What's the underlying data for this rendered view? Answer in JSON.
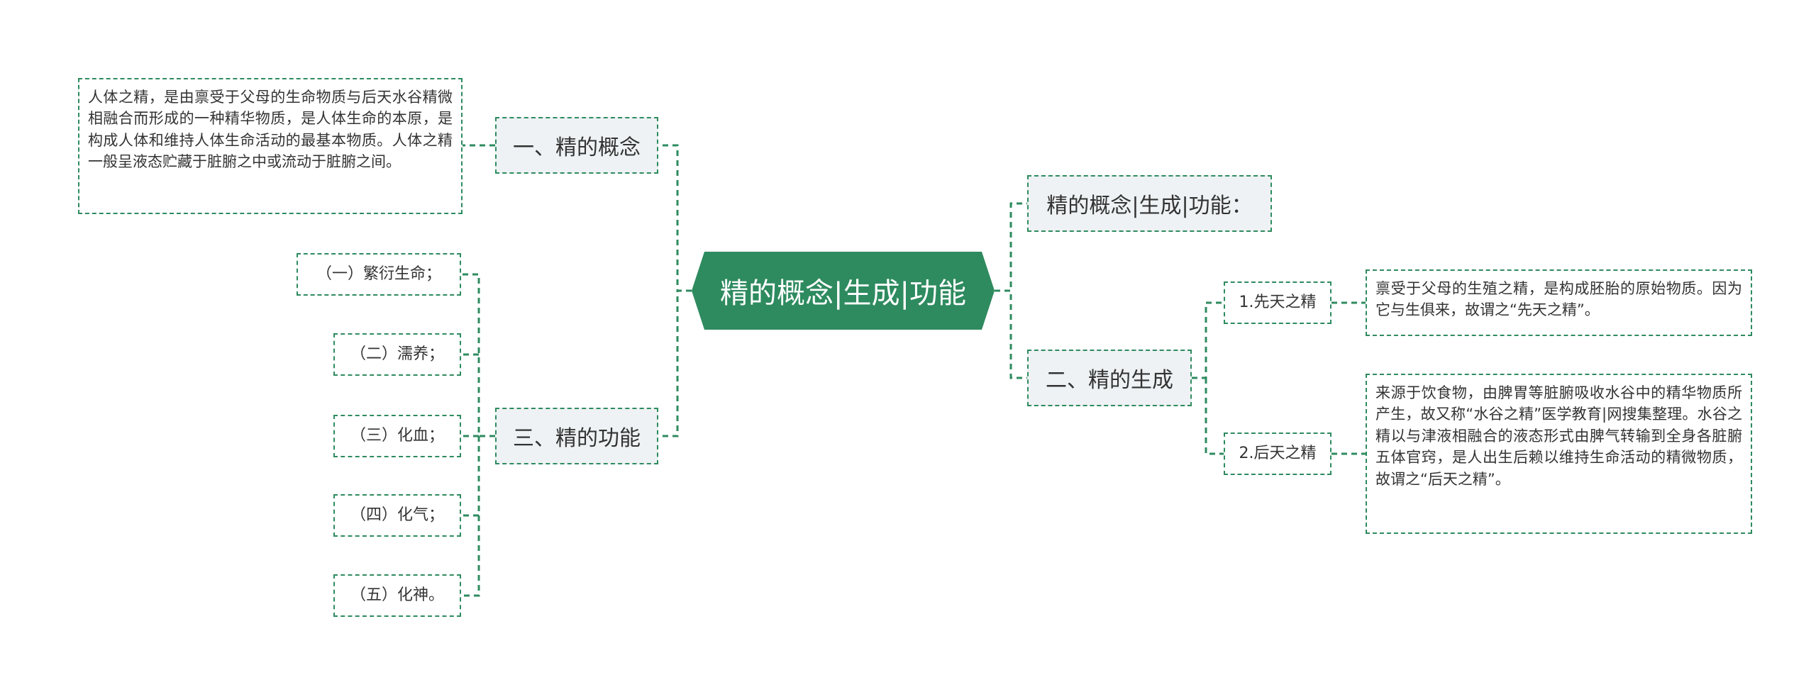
{
  "colors": {
    "accent": "#2e8b5f",
    "branch_bg": "#eef2f4",
    "text": "#333333"
  },
  "root": {
    "label": "精的概念|生成|功能"
  },
  "concept": {
    "label": "一、精的概念",
    "text": "人体之精，是由禀受于父母的生命物质与后天水谷精微相融合而形成的一种精华物质，是人体生命的本原，是构成人体和维持人体生命活动的最基本物质。人体之精一般呈液态贮藏于脏腑之中或流动于脏腑之间。"
  },
  "function": {
    "label": "三、精的功能",
    "items": [
      "（一）繁衍生命；",
      "（二）濡养；",
      "（三）化血；",
      "（四）化气；",
      "（五）化神。"
    ]
  },
  "intro": {
    "label": "精的概念|生成|功能："
  },
  "generation": {
    "label": "二、精的生成",
    "innate": {
      "label": "1.先天之精",
      "text": "禀受于父母的生殖之精，是构成胚胎的原始物质。因为它与生俱来，故谓之“先天之精”。"
    },
    "acquired": {
      "label": "2.后天之精",
      "text": "来源于饮食物，由脾胃等脏腑吸收水谷中的精华物质所产生，故又称“水谷之精”医学教育|网搜集整理。水谷之精以与津液相融合的液态形式由脾气转输到全身各脏腑五体官窍，是人出生后赖以维持生命活动的精微物质，故谓之“后天之精”。"
    }
  }
}
